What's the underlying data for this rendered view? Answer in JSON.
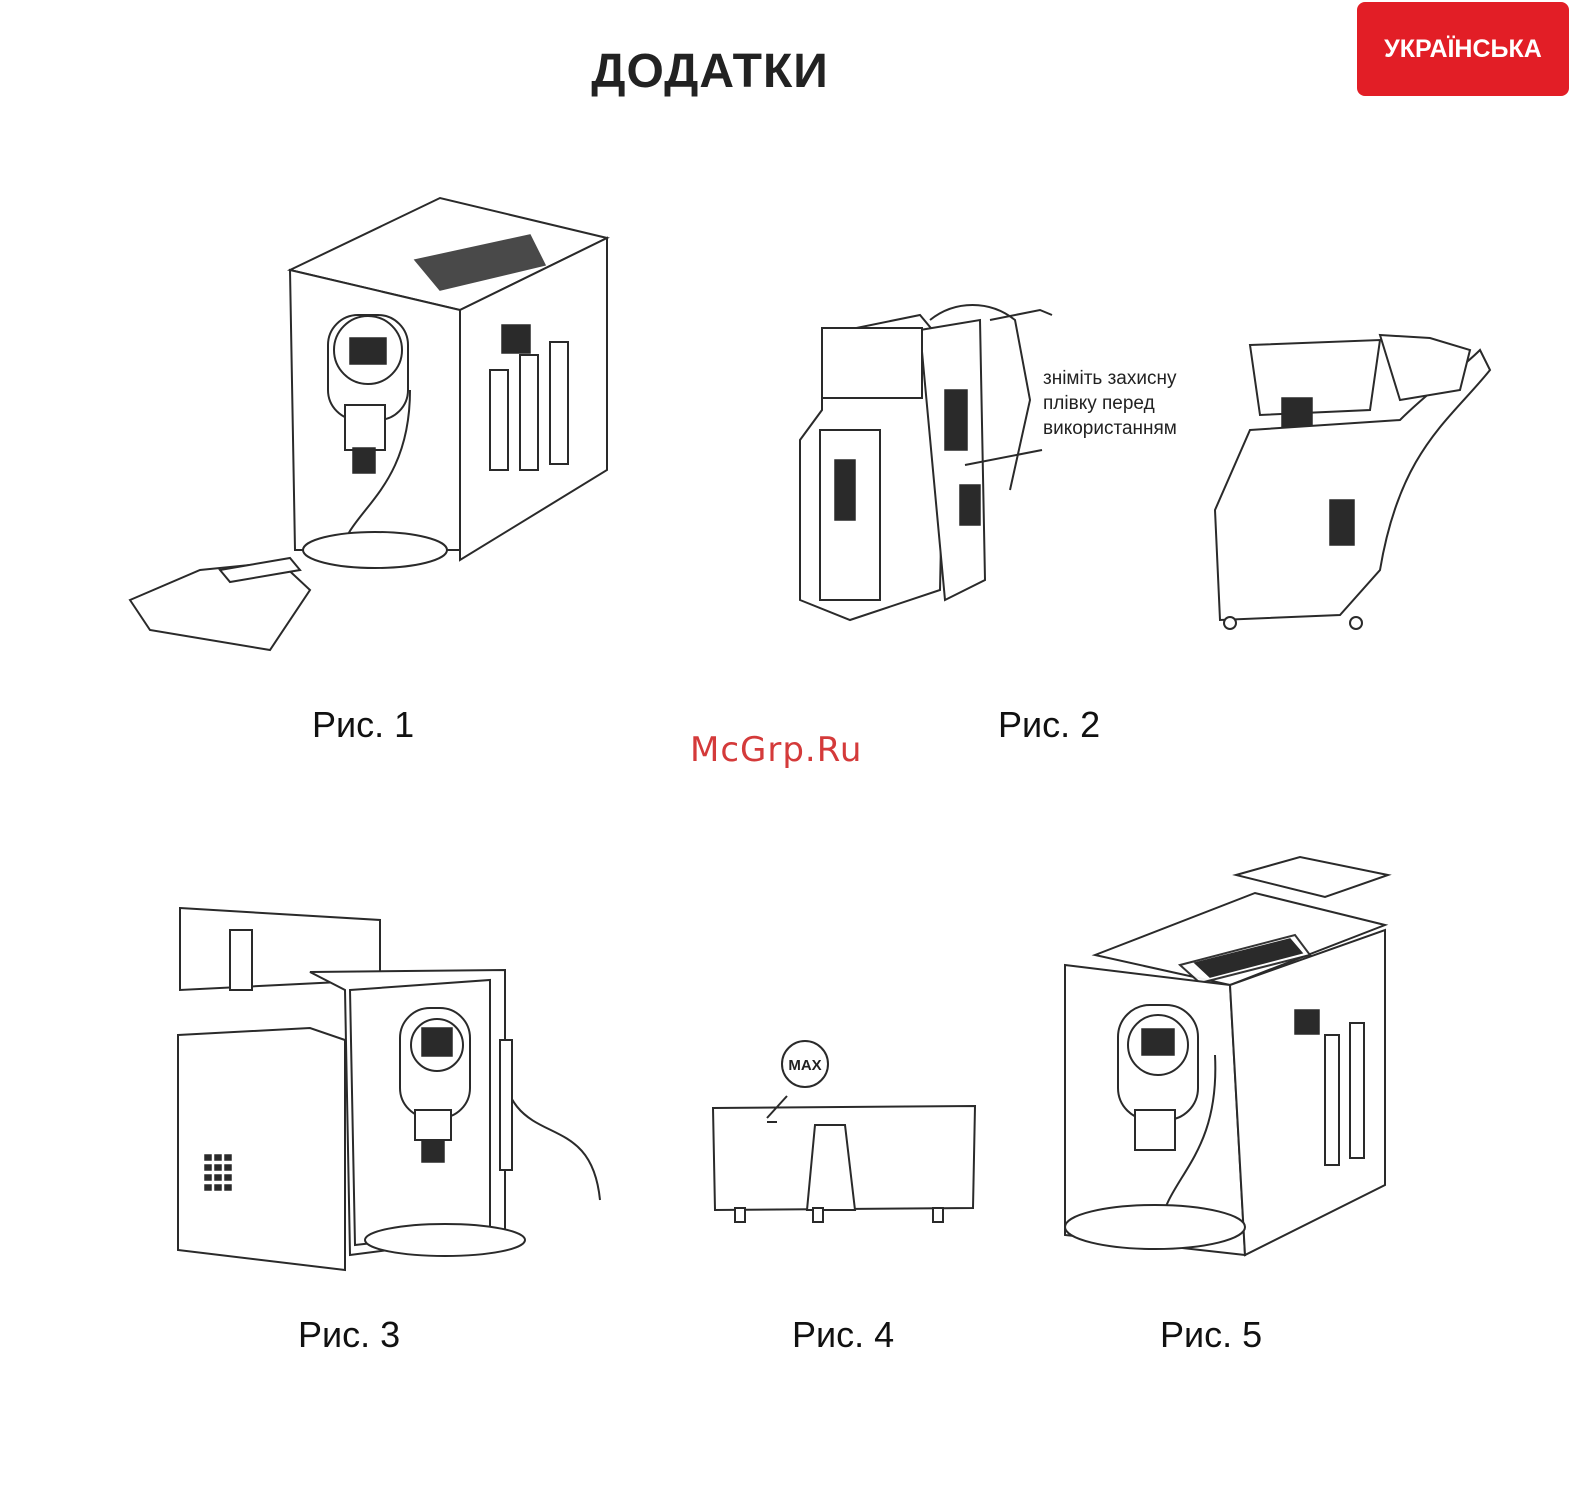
{
  "header": {
    "title": "ДОДАТКИ",
    "language_badge": "УКРАЇНСЬКА",
    "badge_color": "#e21e26"
  },
  "figures": [
    {
      "caption": "Рис. 1",
      "icon": "coffee-machine-drip-tray-removed"
    },
    {
      "caption": "Рис. 2",
      "icon": "brew-unit-removal",
      "note_lines": [
        "зніміть захисну",
        "плівку перед",
        "використанням"
      ]
    },
    {
      "caption": "Рис. 3",
      "icon": "coffee-machine-water-tank-top"
    },
    {
      "caption": "Рис. 4",
      "icon": "water-tank-max-level",
      "max_label": "MAX"
    },
    {
      "caption": "Рис. 5",
      "icon": "coffee-machine-lid-open"
    }
  ],
  "watermark": "McGrp.Ru"
}
